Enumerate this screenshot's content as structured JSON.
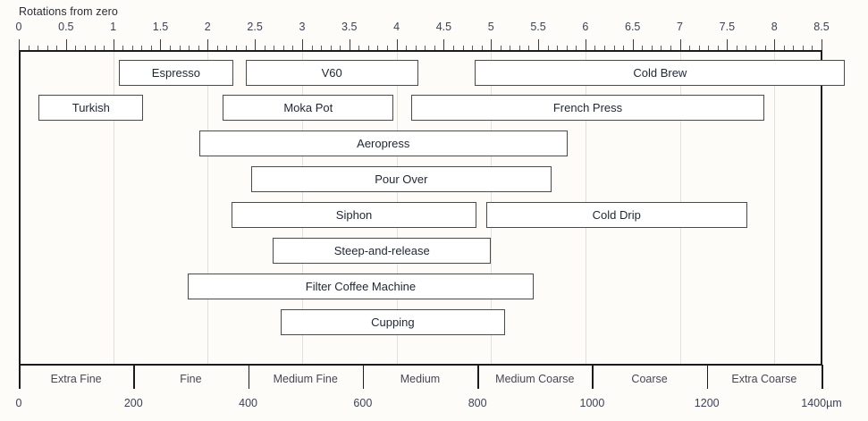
{
  "chart_data": {
    "type": "bar",
    "title": "",
    "subtitle": "",
    "orientation": "horizontal-range",
    "xlabel_top": "Rotations from zero",
    "xlabel_bottom": "1400µm",
    "grid": true,
    "legend": "none",
    "top_axis": {
      "label": "Rotations from zero",
      "min": 0,
      "max": 8.5,
      "major_step": 0.5,
      "minor_step": 0.1,
      "tick_labels": [
        "0",
        "0.5",
        "1",
        "1.5",
        "2",
        "2.5",
        "3",
        "3.5",
        "4",
        "4.5",
        "5",
        "5.5",
        "6",
        "6.5",
        "7",
        "7.5",
        "8",
        "8.5"
      ],
      "tick_values": [
        0,
        0.5,
        1,
        1.5,
        2,
        2.5,
        3,
        3.5,
        4,
        4.5,
        5,
        5.5,
        6,
        6.5,
        7,
        7.5,
        8,
        8.5
      ]
    },
    "bottom_axis": {
      "unit": "µm",
      "min": 0,
      "max": 1400,
      "tick_labels": [
        "0",
        "200",
        "400",
        "600",
        "800",
        "1000",
        "1200",
        "1400µm"
      ],
      "tick_values": [
        0,
        200,
        400,
        600,
        800,
        1000,
        1200,
        1400
      ],
      "categories": [
        {
          "label": "Extra Fine",
          "start": 0,
          "end": 200,
          "center": 100
        },
        {
          "label": "Fine",
          "start": 200,
          "end": 400,
          "center": 300
        },
        {
          "label": "Medium Fine",
          "start": 400,
          "end": 600,
          "center": 500
        },
        {
          "label": "Medium",
          "start": 600,
          "end": 800,
          "center": 700
        },
        {
          "label": "Medium Coarse",
          "start": 800,
          "end": 1000,
          "center": 900
        },
        {
          "label": "Coarse",
          "start": 1000,
          "end": 1200,
          "center": 1100
        },
        {
          "label": "Extra Coarse",
          "start": 1200,
          "end": 1400,
          "center": 1300
        }
      ]
    },
    "gridlines_at": [
      1,
      2,
      3,
      4,
      5,
      6,
      7,
      8
    ],
    "rows": [
      {
        "row": 0,
        "bars": [
          {
            "label": "Espresso",
            "start": 1.06,
            "end": 2.27
          },
          {
            "label": "V60",
            "start": 2.4,
            "end": 4.23
          },
          {
            "label": "Cold Brew",
            "start": 4.83,
            "end": 8.75
          }
        ]
      },
      {
        "row": 1,
        "bars": [
          {
            "label": "Turkish",
            "start": 0.21,
            "end": 1.32
          },
          {
            "label": "Moka Pot",
            "start": 2.16,
            "end": 3.97
          },
          {
            "label": "French Press",
            "start": 4.16,
            "end": 7.89
          }
        ]
      },
      {
        "row": 2,
        "bars": [
          {
            "label": "Aeropress",
            "start": 1.91,
            "end": 5.81
          }
        ]
      },
      {
        "row": 3,
        "bars": [
          {
            "label": "Pour Over",
            "start": 2.46,
            "end": 5.64
          }
        ]
      },
      {
        "row": 4,
        "bars": [
          {
            "label": "Siphon",
            "start": 2.25,
            "end": 4.85
          },
          {
            "label": "Cold Drip",
            "start": 4.95,
            "end": 7.71
          }
        ]
      },
      {
        "row": 5,
        "bars": [
          {
            "label": "Steep-and-release",
            "start": 2.69,
            "end": 5.0
          }
        ]
      },
      {
        "row": 6,
        "bars": [
          {
            "label": "Filter Coffee Machine",
            "start": 1.79,
            "end": 5.45
          }
        ]
      },
      {
        "row": 7,
        "bars": [
          {
            "label": "Cupping",
            "start": 2.77,
            "end": 5.15
          }
        ]
      }
    ]
  },
  "colors": {
    "background": "#fdfcf8",
    "bar_fill": "#ffffff",
    "bar_stroke": "#4a4a4a",
    "axis": "#1c1c1c",
    "gridline": "#e2e0d9",
    "text": "#2b2b36",
    "tick_text": "#3a4256",
    "category_text": "#4a4456"
  }
}
